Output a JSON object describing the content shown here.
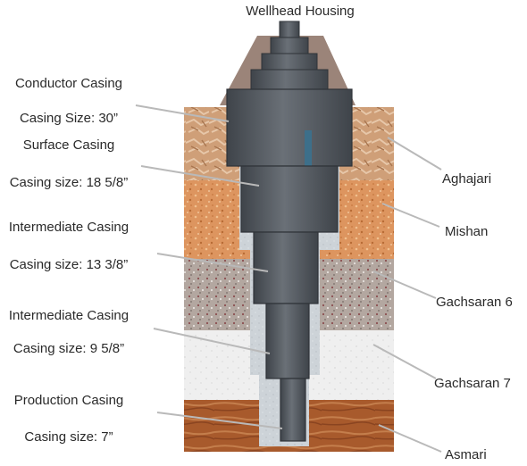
{
  "title": "Wellhead Housing",
  "casings": [
    {
      "name": "Conductor Casing",
      "size": "Casing Size: 30”"
    },
    {
      "name": "Surface Casing",
      "size": "Casing size: 18 5/8”"
    },
    {
      "name": "Intermediate Casing",
      "size": "Casing size: 13 3/8”"
    },
    {
      "name": "Intermediate Casing",
      "size": "Casing size: 9 5/8”"
    },
    {
      "name": "Production Casing",
      "size": "Casing size: 7”"
    }
  ],
  "formations": [
    "Aghajari",
    "Mishan",
    "Gachsaran 6",
    "Gachsaran 7",
    "Asmari"
  ],
  "colors": {
    "aghajari": "#c99a72",
    "mishan": "#dc935c",
    "gachsaran6": "#b2a69e",
    "gachsaran7": "#eeeeee",
    "asmari": "#a8582a",
    "cement": "#cdd3d8",
    "steel": "#545a62",
    "wellhead_cone": "#9b8479"
  }
}
